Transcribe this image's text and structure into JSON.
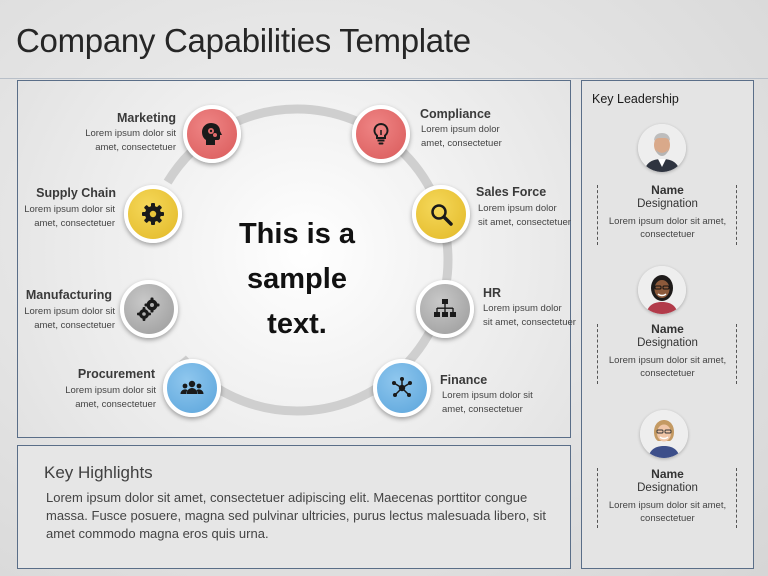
{
  "title": "Company Capabilities Template",
  "center_text": [
    "This is a",
    "sample",
    "text."
  ],
  "capabilities": [
    {
      "label": "Marketing",
      "icon": "head-gears-icon",
      "color": "#e06a6a",
      "desc": [
        "Lorem  ipsum dolor sit",
        "amet, consectetuer"
      ]
    },
    {
      "label": "Supply Chain",
      "icon": "gear-icon",
      "color": "#e9c43a",
      "desc": [
        "Lorem  ipsum dolor sit",
        "amet, consectetuer"
      ]
    },
    {
      "label": "Manufacturing",
      "icon": "gears-icon",
      "color": "#b0b0b0",
      "desc": [
        "Lorem  ipsum dolor sit",
        "amet, consectetuer"
      ]
    },
    {
      "label": "Procurement",
      "icon": "people-icon",
      "color": "#72b4e6",
      "desc": [
        "Lorem  ipsum dolor sit",
        "amet, consectetuer"
      ]
    },
    {
      "label": "Compliance",
      "icon": "lightbulb-icon",
      "color": "#e06a6a",
      "desc": [
        "Lorem  ipsum dolor",
        "amet, consectetuer"
      ]
    },
    {
      "label": "Sales Force",
      "icon": "magnifier-icon",
      "color": "#e9c43a",
      "desc": [
        "Lorem  ipsum dolor",
        "sit amet, consectetuer"
      ]
    },
    {
      "label": "HR",
      "icon": "org-chart-icon",
      "color": "#b0b0b0",
      "desc": [
        "Lorem  ipsum dolor",
        "sit amet, consectetuer"
      ]
    },
    {
      "label": "Finance",
      "icon": "network-icon",
      "color": "#72b4e6",
      "desc": [
        "Lorem  ipsum dolor sit",
        "amet, consectetuer"
      ]
    }
  ],
  "highlights": {
    "title": "Key Highlights",
    "body": "Lorem ipsum dolor sit amet, consectetuer adipiscing elit.  Maecenas porttitor congue massa. Fusce posuere, magna sed pulvinar ultricies, purus lectus malesuada libero, sit amet commodo magna eros quis urna."
  },
  "leadership": {
    "title": "Key Leadership",
    "people": [
      {
        "name": "Name",
        "designation": "Designation",
        "desc": [
          "Lorem  ipsum dolor sit amet,",
          "consectetuer"
        ]
      },
      {
        "name": "Name",
        "designation": "Designation",
        "desc": [
          "Lorem  ipsum dolor sit amet,",
          "consectetuer"
        ]
      },
      {
        "name": "Name",
        "designation": "Designation",
        "desc": [
          "Lorem  ipsum dolor sit amet,",
          "consectetuer"
        ]
      }
    ]
  }
}
